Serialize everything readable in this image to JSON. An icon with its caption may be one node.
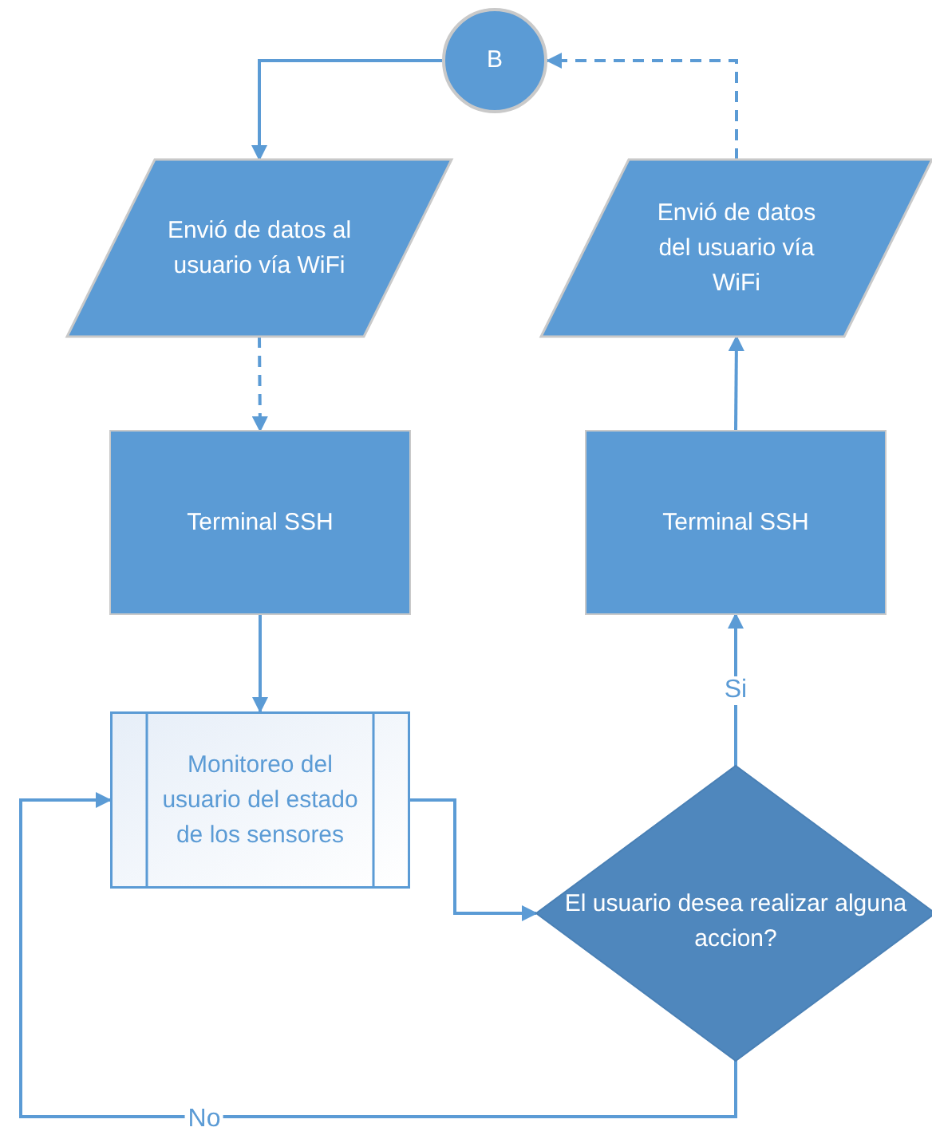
{
  "diagram": {
    "nodes": [
      {
        "text": [
          "B"
        ]
      },
      {
        "text": [
          "Envió de datos al usuario vía WiFi"
        ]
      },
      {
        "text": [
          "Envió de datos del usuario vía WiFi"
        ]
      },
      {
        "text": [
          "Terminal SSH"
        ]
      },
      {
        "text": [
          "Terminal SSH"
        ]
      },
      {
        "text": [
          "Monitoreo del usuario del estado de los sensores"
        ]
      },
      {
        "text": [
          "El usuario desea realizar alguna accion?"
        ]
      }
    ],
    "edges": [
      {
        "from": 0,
        "to": 1,
        "arrow": "to"
      },
      {
        "from": 1,
        "to": 3,
        "arrow": "to",
        "style": "dashed"
      },
      {
        "from": 3,
        "to": 5,
        "arrow": "to"
      },
      {
        "from": 5,
        "to": 6,
        "arrow": "to"
      },
      {
        "from": 6,
        "to": 5,
        "arrow": "to",
        "label": "No"
      },
      {
        "from": 6,
        "to": 4,
        "arrow": "to",
        "label": "Si"
      },
      {
        "from": 4,
        "to": 2,
        "arrow": "to"
      },
      {
        "from": 2,
        "to": 0,
        "arrow": "to",
        "style": "dashed"
      }
    ]
  }
}
